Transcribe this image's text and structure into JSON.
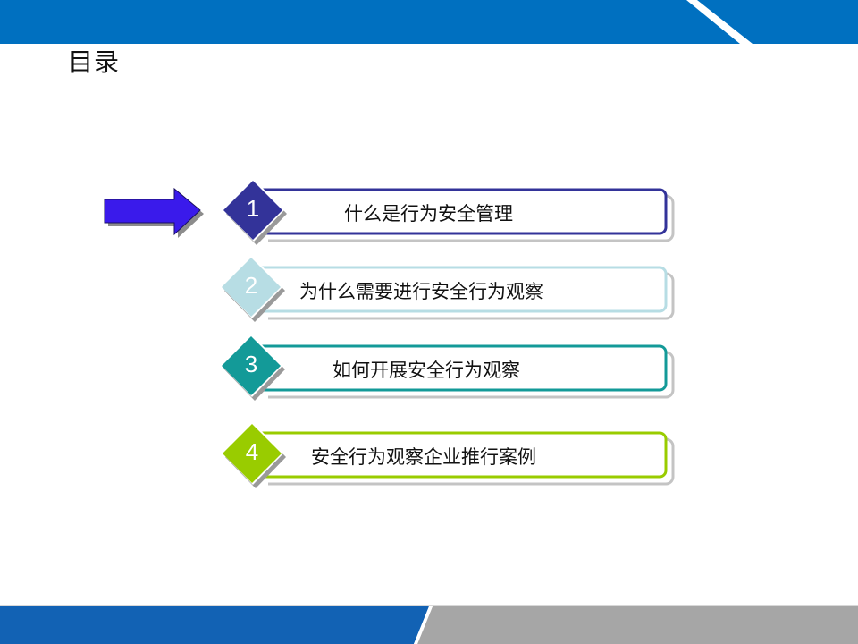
{
  "slide": {
    "title": "目录",
    "colors": {
      "top_bar": "#0070c0",
      "bottom_bar_left": "#1262b4",
      "bottom_bar_right": "#a6a6a6",
      "pointer_arrow": "#3a1aeb"
    }
  },
  "toc": {
    "current_item_index": 1,
    "items": [
      {
        "number": "1",
        "label": "什么是行为安全管理",
        "color": "#333399"
      },
      {
        "number": "2",
        "label": "为什么需要进行安全行为观察",
        "color": "#b7dde4"
      },
      {
        "number": "3",
        "label": "如何开展安全行为观察",
        "color": "#139a98"
      },
      {
        "number": "4",
        "label": "安全行为观察企业推行案例",
        "color": "#99cc00"
      }
    ]
  },
  "icons": {
    "pointer": "right-arrow-icon",
    "bullet": "diamond-icon"
  }
}
